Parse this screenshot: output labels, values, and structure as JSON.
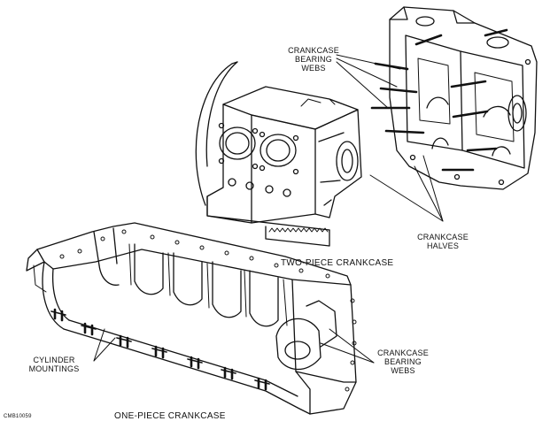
{
  "labels": {
    "bearing_webs_top": [
      "CRANKCASE",
      "BEARING",
      "WEBS"
    ],
    "halves": [
      "CRANKCASE",
      "HALVES"
    ],
    "two_piece": "TWO-PIECE CRANKCASE",
    "cylinder_mountings": [
      "CYLINDER",
      "MOUNTINGS"
    ],
    "bearing_webs_bottom": [
      "CRANKCASE",
      "BEARING",
      "WEBS"
    ],
    "one_piece": "ONE-PIECE CRANKCASE",
    "figure_code": "CMB10059"
  }
}
